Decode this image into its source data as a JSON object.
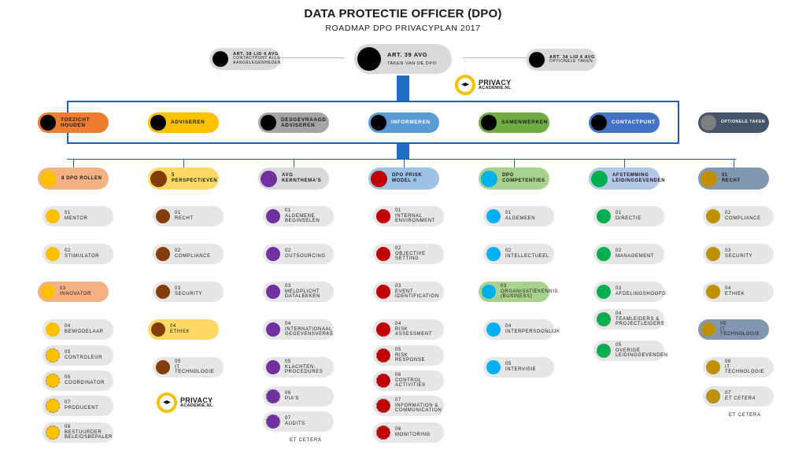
{
  "title": "DATA PROTECTIE OFFICER (DPO)",
  "subtitle": "ROADMAP DPO PRIVACYPLAN 2017",
  "top": {
    "left": {
      "title": "ART. 38 LID 4 AVG",
      "sub": "CONTACTPUNT ALLE AANGELEGENHEDEN"
    },
    "center": {
      "title": "ART. 39 AVG",
      "sub": "TAKEN VAN DE DPO"
    },
    "right": {
      "title": "ART. 38 LID 6 AVG",
      "sub": "OPTIONELE TAKEN"
    }
  },
  "logo": {
    "line1": "PRIVACY",
    "line2": "ACADEMIE.NL"
  },
  "roles": [
    {
      "label": "TOEZICHT\nHOUDEN",
      "color": "#ed7d31"
    },
    {
      "label": "ADVISEREN",
      "color": "#ffc000"
    },
    {
      "label": "DESGEVRAAGD\nADVISEREN",
      "color": "#a5a5a5"
    },
    {
      "label": "INFORMEREN",
      "color": "#5b9bd5"
    },
    {
      "label": "SAMENWERKEN",
      "color": "#70ad47"
    },
    {
      "label": "CONTACTPUNT",
      "color": "#4472c4"
    },
    {
      "label": "OPTIONELE TAKEN",
      "color": "#44546a"
    }
  ],
  "columns": [
    {
      "head": "8 DPO ROLLEN",
      "headColor": "#f4b183",
      "dot": "#ffc000",
      "items": [
        "01\nMENTOR",
        "02\nSTIMULATOR",
        "03\nINNOVATOR",
        "04\nBEMIDDELAAR",
        "05\nCONTROLEUR",
        "06\nCOORDINATOR",
        "07\nPRODUCENT",
        "08\nBESTUURDER\nBELEIDSBEPALER"
      ]
    },
    {
      "head": "5\nPERSPECTIEVEN",
      "headColor": "#ffd966",
      "dot": "#843c0c",
      "items": [
        "01\nRECHT",
        "02\nCOMPLIANCE",
        "03\nSECURITY",
        "04\nETHIEK",
        "05\nIT\nTECHNOLOGIE"
      ]
    },
    {
      "head": "AVG KERNTHEMA'S",
      "headColor": "#d9d9d9",
      "dot": "#7030a0",
      "items": [
        "01\nALGEMENE\nBEGINSELEN",
        "02\nOUTSOURCING",
        "03\nMELDPLICHT\nDATALEKKEN",
        "04\nINTERNATIONAAL\nGEGEVENSVERKE",
        "05\nKLACHTEN-\nPROCEDURES",
        "06\nPIA'S",
        "07\nAUDITS"
      ]
    },
    {
      "head": "DPO PRISK MODEL ©",
      "headColor": "#9dc3e6",
      "dot": "#c00000",
      "items": [
        "01\nINTERNAL\nENVIRONMENT",
        "02\nOBJECTIVE\nSETTING",
        "03\nEVENT\nIDENTIFICATION",
        "04\nRISK\nASSESSMENT",
        "05\nRISK\nRESPONSE",
        "06\nCONTROL\nACTIVITIES",
        "07\nINFORMATION &\nCOMMUNICATION",
        "08\nMONITORING"
      ]
    },
    {
      "head": "DPO COMPETENTIES",
      "headColor": "#a9d18e",
      "dot": "#00b0f0",
      "items": [
        "01\nALGEMEEN",
        "02\nINTELLECTUEEL",
        "03\nORGANISATIEKENNIS\n(BUSINESS)",
        "04\nINTERPERSOONLIJK",
        "05\nINTERVISIE"
      ]
    },
    {
      "head": "AFSTEMMING\nLEIDINGGEVENDEN",
      "headColor": "#b4c7e7",
      "dot": "#00b050",
      "items": [
        "01\nDIRECTIE",
        "02\nMANAGEMENT",
        "03\nAFDELINGSHOOFD",
        "04\nTEAMLEIDERS &\nPROJECTLEIDERS",
        "05\nOVERIGE\nLEIDINGGEVENDEN"
      ]
    },
    {
      "head": "01\nRECHT",
      "headColor": "#8497b0",
      "dot": "#bf9000",
      "items": [
        "02\nCOMPLIANCE",
        "03\nSECURITY",
        "04\nETHIEK",
        "05\nIT\nTECHNOLOGIE",
        "06\nIT\nTECHNOLOGIE",
        "07\nEt Cetera"
      ]
    }
  ],
  "etcetera": "ET CETERA"
}
